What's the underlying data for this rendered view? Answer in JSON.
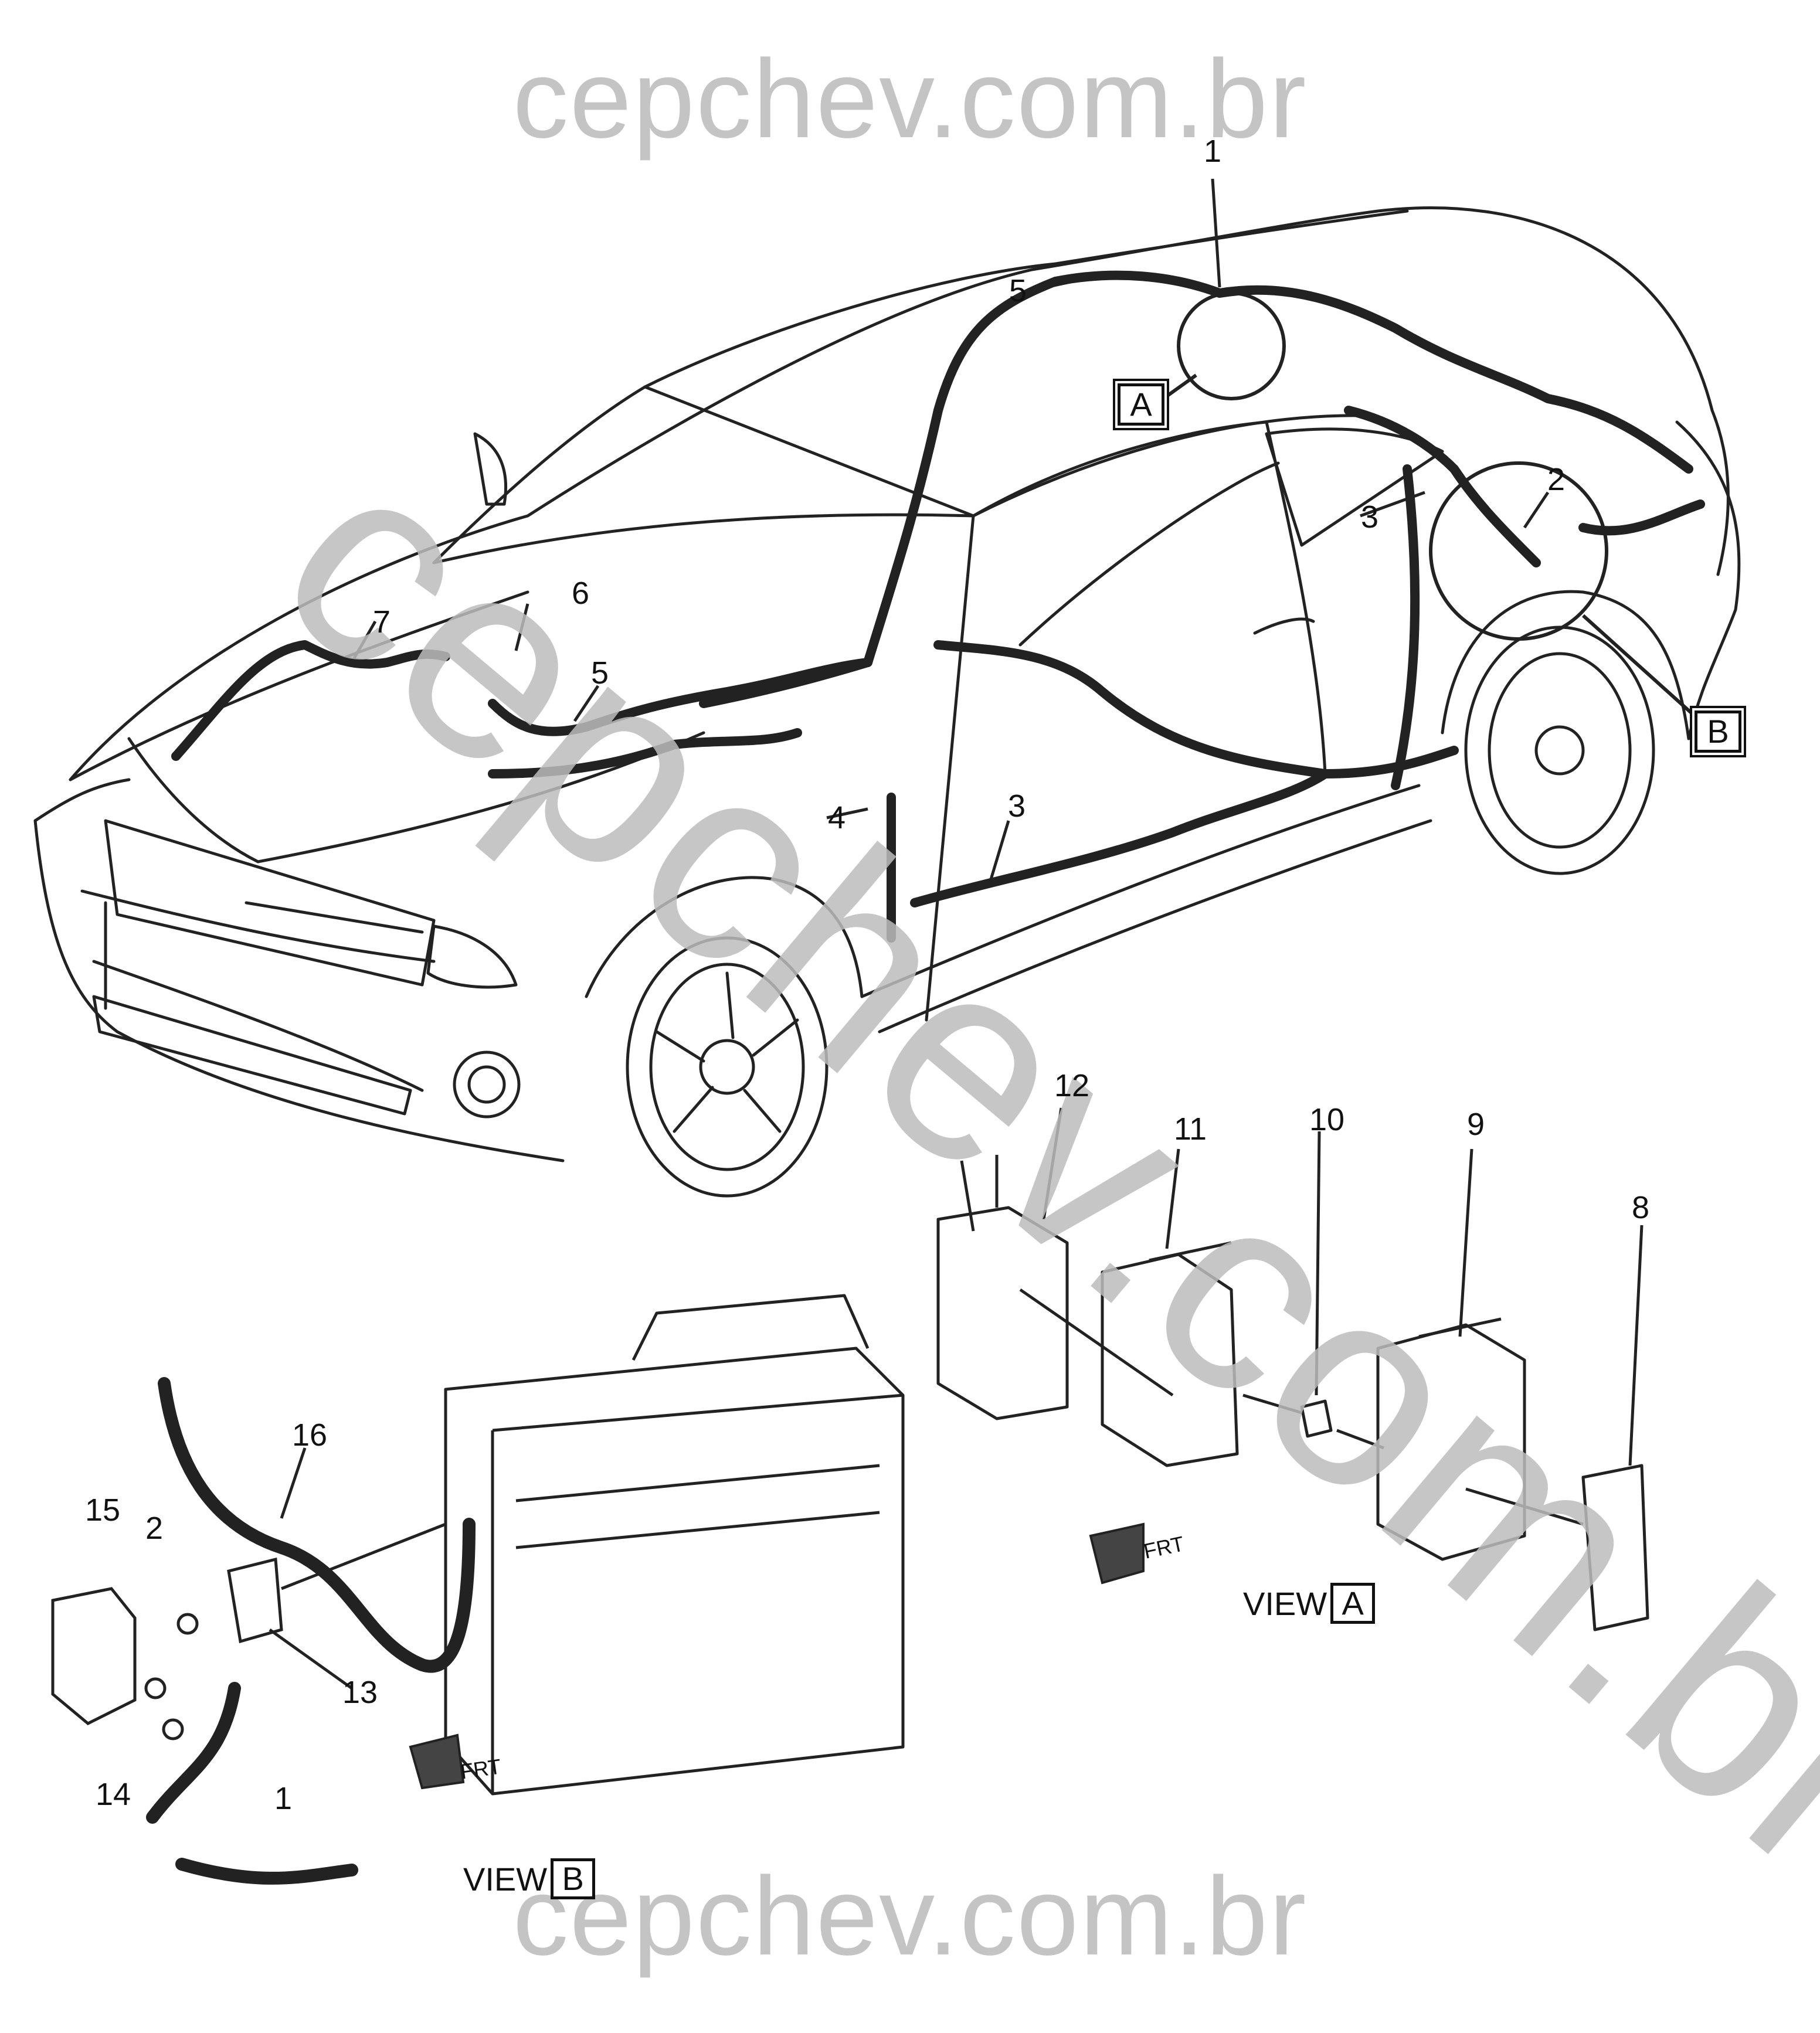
{
  "watermark": {
    "top": "cepchev.com.br",
    "bottom": "cepchev.com.br",
    "diagonal": "cepchev.com.br"
  },
  "callouts": {
    "c1_top": "1",
    "c2_top": "2",
    "c3_top": "3",
    "c3_bottom": "3",
    "c4": "4",
    "c5_top": "5",
    "c5_mid": "5",
    "c6": "6",
    "c7": "7",
    "c8": "8",
    "c9": "9",
    "c10": "10",
    "c11": "11",
    "c12": "12",
    "c13": "13",
    "c14": "14",
    "c15": "15",
    "c16": "16",
    "c2_bat": "2",
    "c1_bat": "1"
  },
  "detail_markers": {
    "a": "A",
    "b": "B"
  },
  "views": {
    "view_a_prefix": "VIEW",
    "view_a_box": "A",
    "view_b_prefix": "VIEW",
    "view_b_box": "B"
  },
  "arrows": {
    "front_a": "FRT",
    "front_b": "FRT"
  }
}
